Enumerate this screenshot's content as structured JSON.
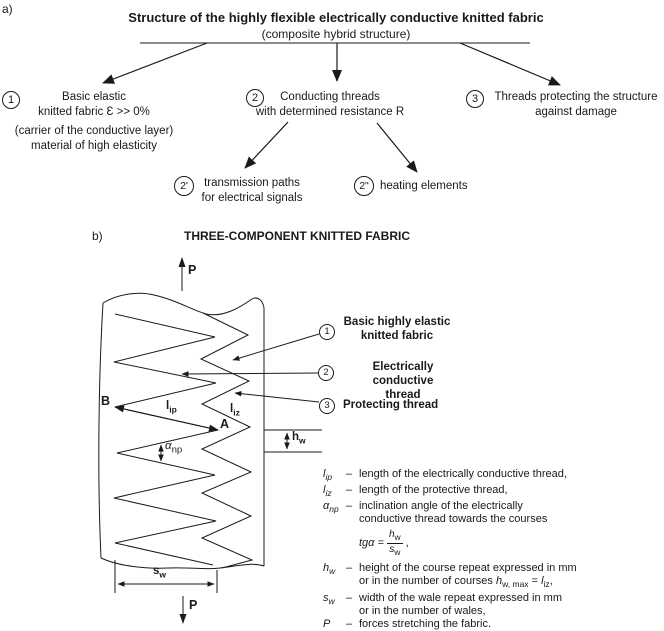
{
  "colors": {
    "ink": "#1a1a1a",
    "background": "#ffffff"
  },
  "panel_a": {
    "label": "a)",
    "title": "Structure of the highly flexible electrically conductive knitted fabric",
    "subtitle": "(composite hybrid structure)",
    "item1": {
      "num": "1",
      "line1": "Basic elastic",
      "line2": "knitted fabric Ɛ >> 0%",
      "line3": "(carrier of the conductive layer)",
      "line4": "material of high elasticity"
    },
    "item2": {
      "num": "2",
      "line1": "Conducting threads",
      "line2": "with determined resistance R"
    },
    "item3": {
      "num": "3",
      "line1": "Threads protecting the structure",
      "line2": "against damage"
    },
    "item2a": {
      "num": "2'",
      "line1": "transmission paths",
      "line2": "for electrical signals"
    },
    "item2b": {
      "num": "2\"",
      "line1": "heating elements"
    }
  },
  "panel_b": {
    "label": "b)",
    "title": "THREE-COMPONENT KNITTED FABRIC",
    "force_top": "P",
    "force_bottom": "P",
    "point_b": "B",
    "point_a": "A",
    "lip": {
      "base": "l",
      "sub": "ip"
    },
    "liz": {
      "base": "l",
      "sub": "iz"
    },
    "alpha": {
      "base": "α",
      "sub": "np"
    },
    "hw": {
      "base": "h",
      "sub": "w"
    },
    "sw": {
      "base": "s",
      "sub": "w"
    },
    "comp1": {
      "num": "1",
      "line1": "Basic highly elastic",
      "line2": "knitted fabric"
    },
    "comp2": {
      "num": "2",
      "line1": "Electrically conductive",
      "line2": "thread"
    },
    "comp3": {
      "num": "3",
      "line1": "Protecting thread"
    },
    "legend": {
      "lip": {
        "sym": "l",
        "sym_sub": "ip",
        "dash": "–",
        "text": "length of the electrically conductive thread,"
      },
      "liz": {
        "sym": "l",
        "sym_sub": "iz",
        "dash": "–",
        "text": "length of the protective thread,"
      },
      "anp": {
        "sym": "α",
        "sym_sub": "np",
        "dash": "–",
        "text": "inclination angle of the electrically",
        "text2": "conductive thread towards the courses"
      },
      "formula": {
        "lhs": "tgα =",
        "num": "h",
        "num_sub": "w",
        "den": "s",
        "den_sub": "w",
        "tail": ","
      },
      "hw": {
        "sym": "h",
        "sym_sub": "w",
        "dash": "–",
        "text": "height of the course repeat expressed in mm",
        "text2_pre": "or in the number of courses ",
        "text2_h": "h",
        "text2_h_sub": "w, max",
        "text2_eq": " = ",
        "text2_l": "l",
        "text2_l_sub": "iz",
        "text2_tail": ","
      },
      "sw": {
        "sym": "s",
        "sym_sub": "w",
        "dash": "–",
        "text": "width of the wale repeat expressed in mm",
        "text2": "or in the number of wales,"
      },
      "p": {
        "sym": "P",
        "dash": "–",
        "text": "forces stretching the fabric."
      }
    }
  }
}
